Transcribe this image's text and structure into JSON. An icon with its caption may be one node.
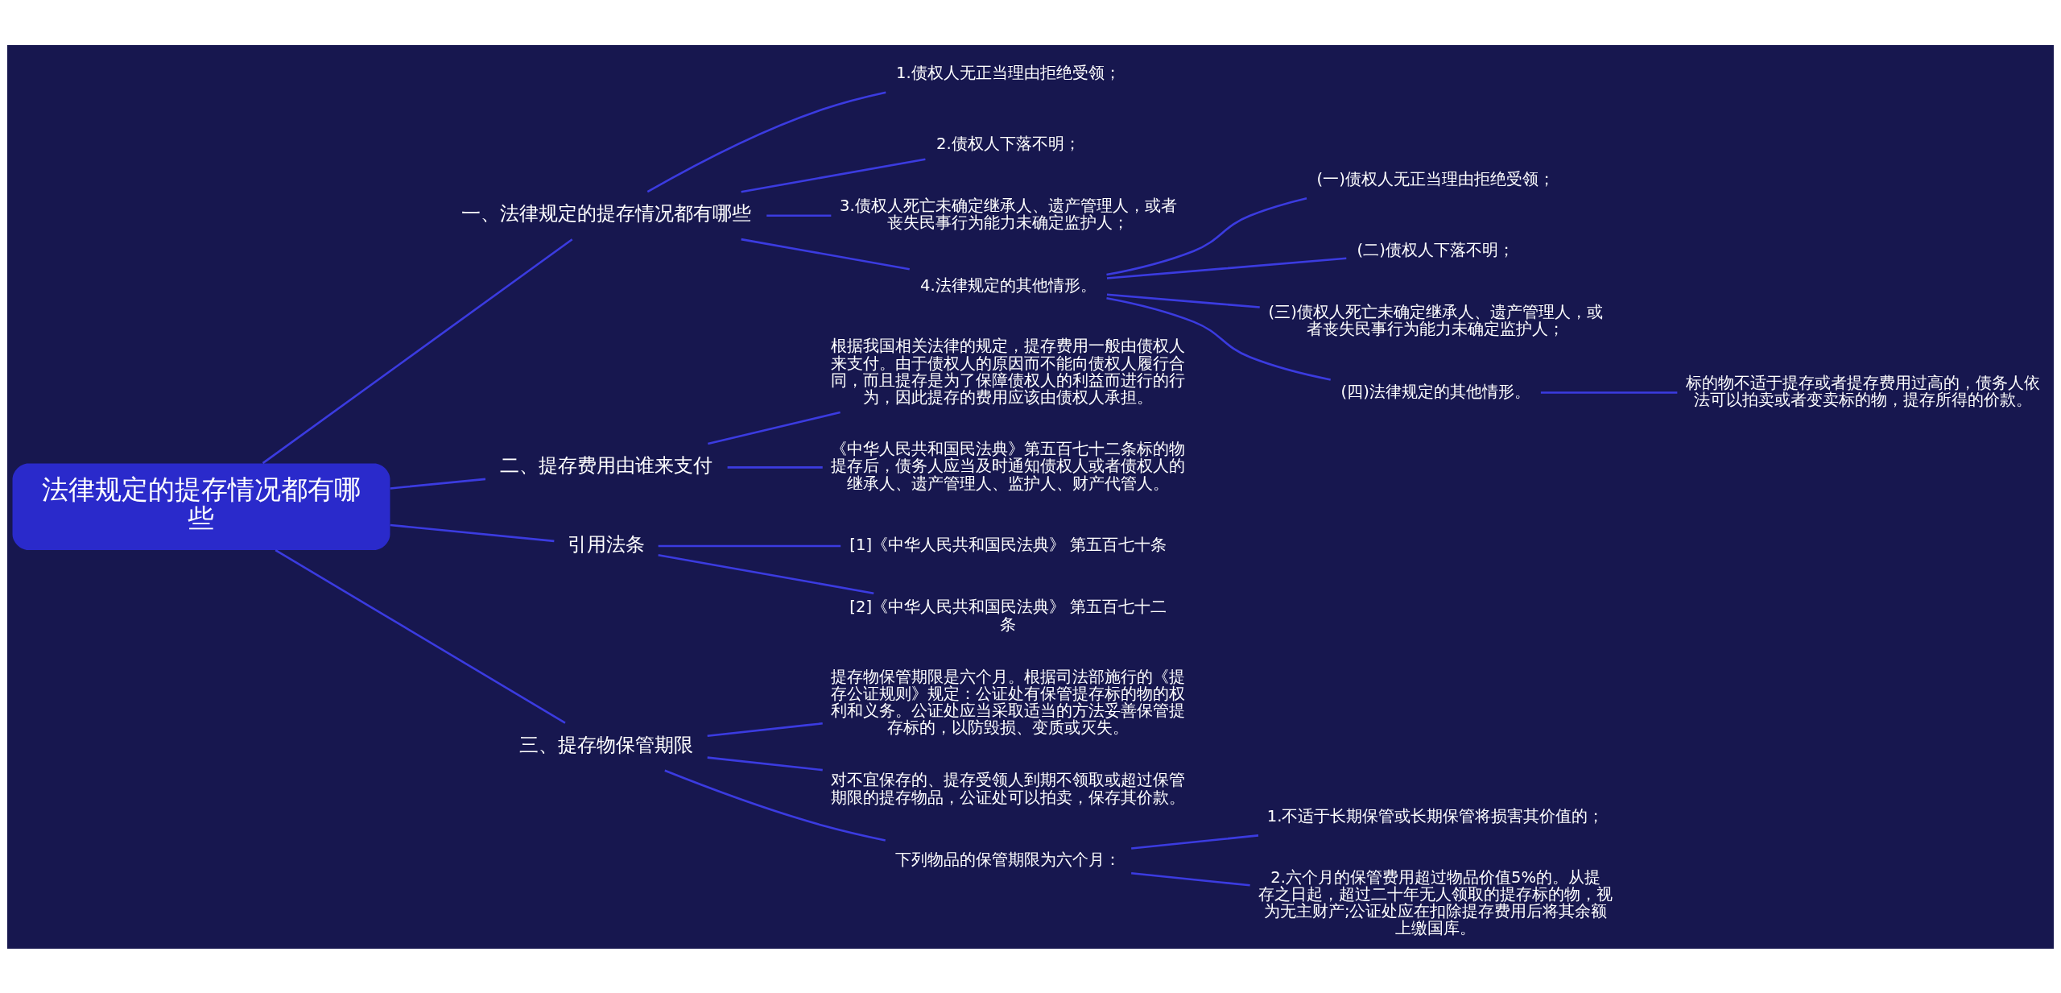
{
  "diagram": {
    "nodes": [
      {
        "text": [
          "法律规定的提存情况都有哪些"
        ]
      },
      {
        "text": [
          "一、法律规定的提存情况都有哪些"
        ]
      },
      {
        "text": [
          "1.债权人无正当理由拒绝受领；"
        ]
      },
      {
        "text": [
          "2.债权人下落不明；"
        ]
      },
      {
        "text": [
          "3.债权人死亡未确定继承人、遗产管理人，或者丧失民事行为能力未确定监护人；"
        ]
      },
      {
        "text": [
          "4.法律规定的其他情形。"
        ]
      },
      {
        "text": [
          "(一)债权人无正当理由拒绝受领；"
        ]
      },
      {
        "text": [
          "(二)债权人下落不明；"
        ]
      },
      {
        "text": [
          "(三)债权人死亡未确定继承人、遗产管理人，或者丧失民事行为能力未确定监护人；"
        ]
      },
      {
        "text": [
          "(四)法律规定的其他情形。"
        ]
      },
      {
        "text": [
          "标的物不适于提存或者提存费用过高的，债务人依法可以拍卖或者变卖标的物，提存所得的价款。"
        ]
      },
      {
        "text": [
          "二、提存费用由谁来支付"
        ]
      },
      {
        "text": [
          "根据我国相关法律的规定，提存费用一般由债权人来支付。由于债权人的原因而不能向债权人履行合同，而且提存是为了保障债权人的利益而进行的行为，因此提存的费用应该由债权人承担。"
        ]
      },
      {
        "text": [
          "《中华人民共和国民法典》第五百七十二条标的物提存后，债务人应当及时通知债权人或者债权人的继承人、遗产管理人、监护人、财产代管人。"
        ]
      },
      {
        "text": [
          "引用法条"
        ]
      },
      {
        "text": [
          "[1]《中华人民共和国民法典》 第五百七十条"
        ]
      },
      {
        "text": [
          "[2]《中华人民共和国民法典》 第五百七十二条"
        ]
      },
      {
        "text": [
          "三、提存物保管期限"
        ]
      },
      {
        "text": [
          "提存物保管期限是六个月。根据司法部施行的《提存公证规则》规定：公证处有保管提存标的物的权利和义务。公证处应当采取适当的方法妥善保管提存标的，以防毁损、变质或灭失。"
        ]
      },
      {
        "text": [
          "对不宜保存的、提存受领人到期不领取或超过保管期限的提存物品，公证处可以拍卖，保存其价款。"
        ]
      },
      {
        "text": [
          "下列物品的保管期限为六个月："
        ]
      },
      {
        "text": [
          "1.不适于长期保管或长期保管将损害其价值的；"
        ]
      },
      {
        "text": [
          "2.六个月的保管费用超过物品价值5%的。从提存之日起，超过二十年无人领取的提存标的物，视为无主财产;公证处应在扣除提存费用后将其余额上缴国库。"
        ]
      }
    ],
    "edges": [
      {
        "from": 0,
        "to": 1,
        "arrow": "none"
      },
      {
        "from": 1,
        "to": 2,
        "arrow": "none"
      },
      {
        "from": 1,
        "to": 3,
        "arrow": "none"
      },
      {
        "from": 1,
        "to": 4,
        "arrow": "none"
      },
      {
        "from": 1,
        "to": 5,
        "arrow": "none"
      },
      {
        "from": 5,
        "to": 6,
        "arrow": "none"
      },
      {
        "from": 5,
        "to": 7,
        "arrow": "none"
      },
      {
        "from": 5,
        "to": 8,
        "arrow": "none"
      },
      {
        "from": 5,
        "to": 9,
        "arrow": "none"
      },
      {
        "from": 9,
        "to": 10,
        "arrow": "none"
      },
      {
        "from": 0,
        "to": 11,
        "arrow": "none"
      },
      {
        "from": 11,
        "to": 12,
        "arrow": "none"
      },
      {
        "from": 11,
        "to": 13,
        "arrow": "none"
      },
      {
        "from": 0,
        "to": 14,
        "arrow": "none"
      },
      {
        "from": 14,
        "to": 15,
        "arrow": "none"
      },
      {
        "from": 14,
        "to": 16,
        "arrow": "none"
      },
      {
        "from": 0,
        "to": 17,
        "arrow": "none"
      },
      {
        "from": 17,
        "to": 18,
        "arrow": "none"
      },
      {
        "from": 17,
        "to": 19,
        "arrow": "none"
      },
      {
        "from": 17,
        "to": 20,
        "arrow": "none"
      },
      {
        "from": 20,
        "to": 21,
        "arrow": "none"
      },
      {
        "from": 20,
        "to": 22,
        "arrow": "none"
      }
    ]
  }
}
